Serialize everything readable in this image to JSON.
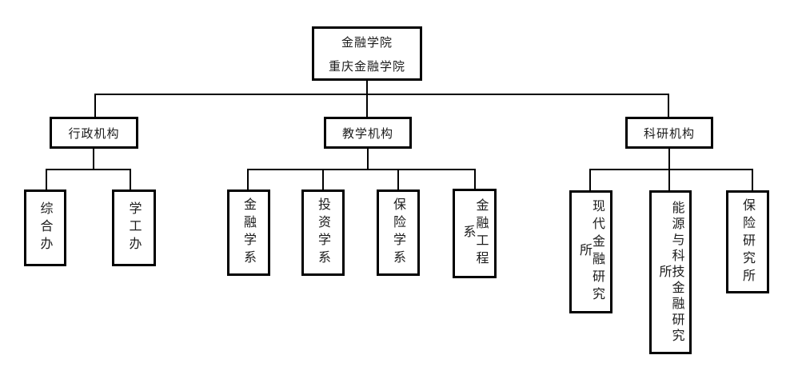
{
  "org_chart": {
    "type": "org-tree",
    "root": {
      "line1": "金融学院",
      "line2": "重庆金融学院"
    },
    "branches": [
      {
        "label": "行政机构",
        "children": [
          "综合办",
          "学工办"
        ]
      },
      {
        "label": "教学机构",
        "children": [
          "金融学系",
          "投资学系",
          "保险学系",
          "金融工程系"
        ]
      },
      {
        "label": "科研机构",
        "children": [
          "现代金融研究所",
          "能源与科技金融研究所",
          "保险研究所"
        ]
      }
    ],
    "colors": {
      "line": "#000000",
      "box_border": "#000000",
      "background": "#ffffff",
      "text": "#1c1c1c"
    }
  }
}
